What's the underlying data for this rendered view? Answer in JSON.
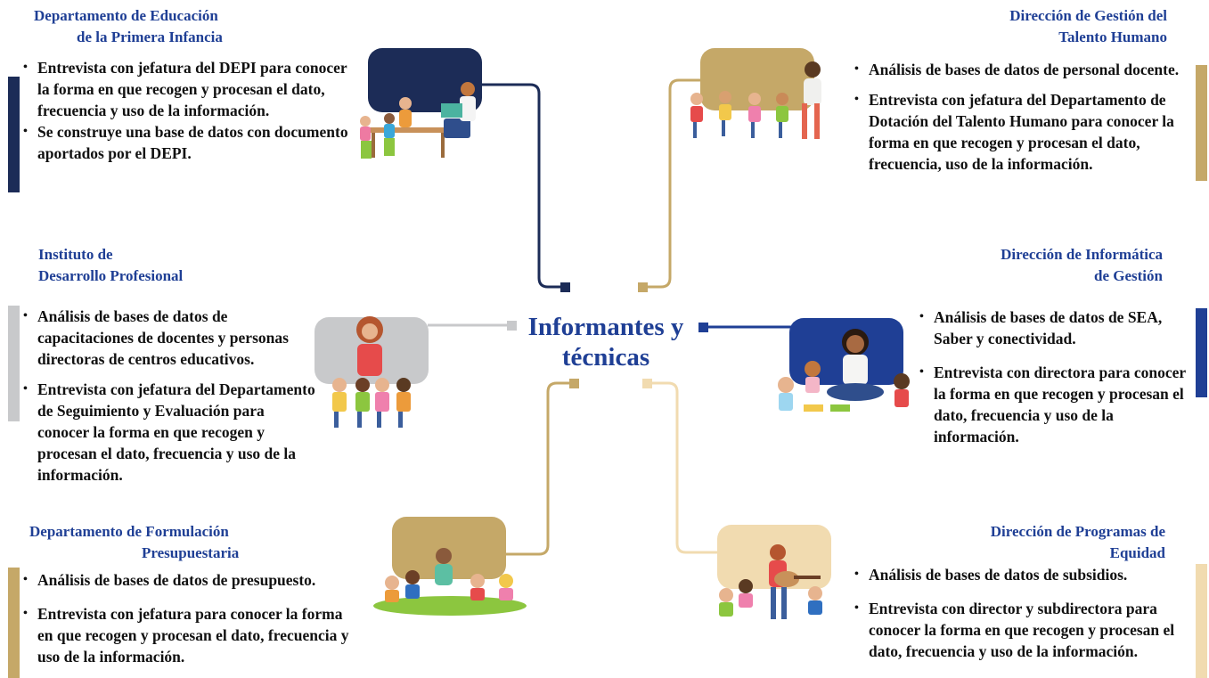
{
  "center": {
    "line1": "Informantes y",
    "line2": "técnicas"
  },
  "colors": {
    "navy": "#1c2c57",
    "gold": "#c5a868",
    "gray": "#c8c9cb",
    "blue": "#1f3f95",
    "sand": "#f1dbb0",
    "title_blue": "#1f3f95"
  },
  "nodes": {
    "depi": {
      "title1": "Departamento de Educación",
      "title2": "de la Primera Infancia",
      "bullets": [
        "Entrevista con jefatura del DEPI para conocer la forma en que recogen y procesan el dato, frecuencia y uso de la información.",
        "Se construye una base de datos con documento aportados por el DEPI."
      ]
    },
    "talento": {
      "title1": "Dirección de Gestión del",
      "title2": "Talento Humano",
      "bullets": [
        "Análisis de bases de datos de personal docente.",
        "Entrevista con jefatura del Departamento de Dotación del Talento Humano para conocer la forma en que recogen y procesan el dato, frecuencia, uso de la información."
      ]
    },
    "idp": {
      "title1": "Instituto de",
      "title2": "Desarrollo Profesional",
      "bullets": [
        "Análisis de bases de datos de capacitaciones de docentes y personas directoras de centros educativos.",
        "Entrevista con jefatura del Departamento de Seguimiento y Evaluación para conocer la forma en que recogen y procesan el dato, frecuencia y uso de la información."
      ]
    },
    "informatica": {
      "title1": "Dirección de Informática",
      "title2": "de Gestión",
      "bullets": [
        "Análisis de bases de datos de SEA, Saber y conectividad.",
        "Entrevista con directora para conocer la forma en que recogen y procesan el dato, frecuencia y uso de la información."
      ]
    },
    "presupuesto": {
      "title1": "Departamento de Formulación",
      "title2": "Presupuestaria",
      "bullets": [
        "Análisis de bases de datos de presupuesto.",
        "Entrevista con jefatura para conocer la forma en que recogen y procesan el dato, frecuencia y uso de la información."
      ]
    },
    "equidad": {
      "title1": "Dirección de Programas de",
      "title2": "Equidad",
      "bullets": [
        "Análisis de bases de datos de subsidios.",
        "Entrevista con director y subdirectora para conocer la forma en que recogen y procesan el dato, frecuencia  y uso de la información."
      ]
    }
  }
}
